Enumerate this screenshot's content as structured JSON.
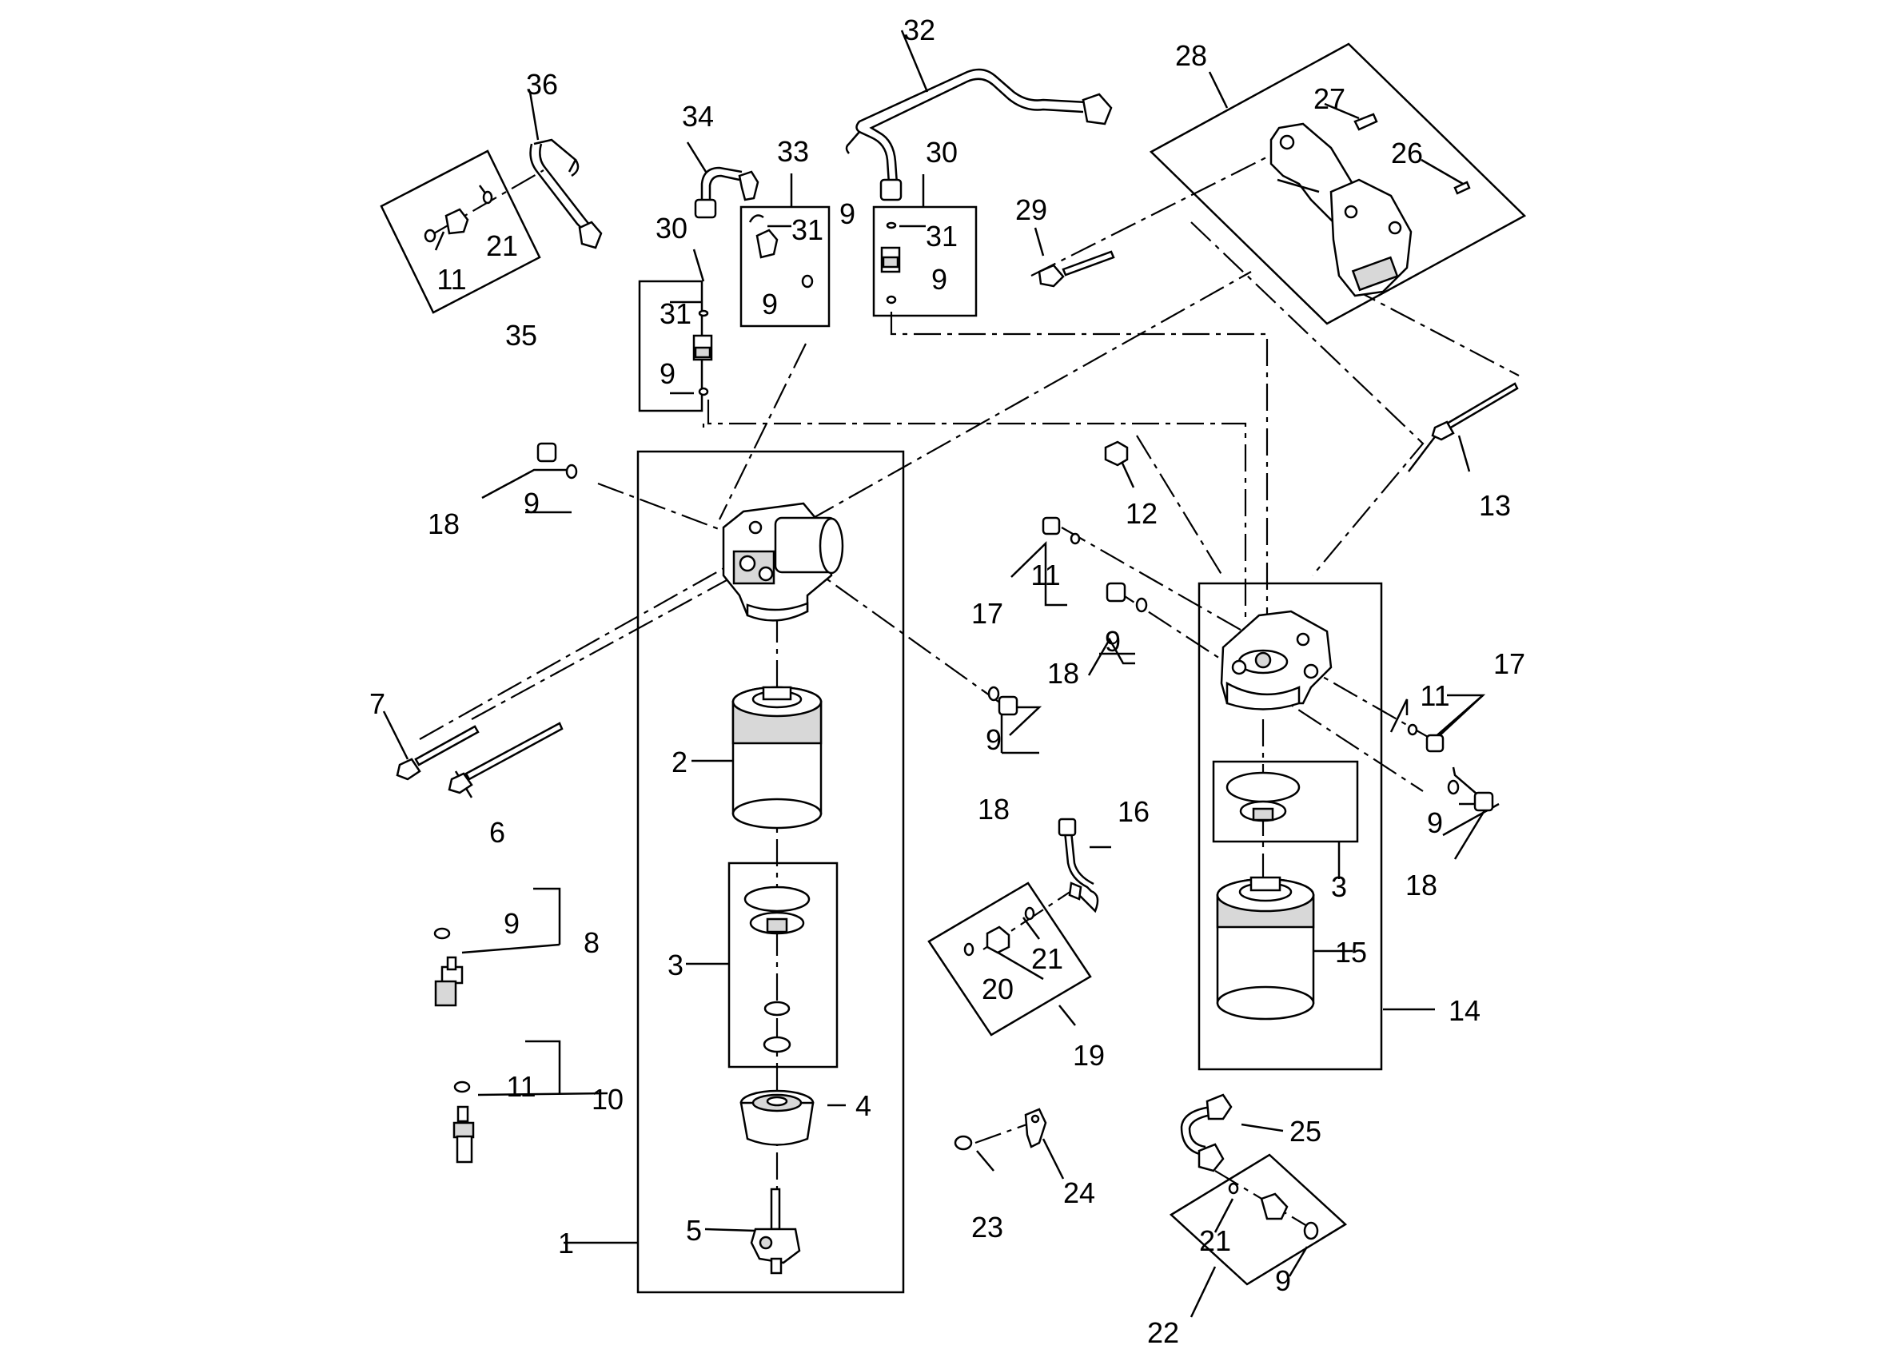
{
  "diagram": {
    "callouts": [
      {
        "id": "c1",
        "text": "1"
      },
      {
        "id": "c2",
        "text": "2"
      },
      {
        "id": "c3a",
        "text": "3"
      },
      {
        "id": "c3b",
        "text": "3"
      },
      {
        "id": "c4",
        "text": "4"
      },
      {
        "id": "c5",
        "text": "5"
      },
      {
        "id": "c6",
        "text": "6"
      },
      {
        "id": "c7",
        "text": "7"
      },
      {
        "id": "c8",
        "text": "8"
      },
      {
        "id": "c9a",
        "text": "9"
      },
      {
        "id": "c9b",
        "text": "9"
      },
      {
        "id": "c9c",
        "text": "9"
      },
      {
        "id": "c9d",
        "text": "9"
      },
      {
        "id": "c9e",
        "text": "9"
      },
      {
        "id": "c9f",
        "text": "9"
      },
      {
        "id": "c9g",
        "text": "9"
      },
      {
        "id": "c9h",
        "text": "9"
      },
      {
        "id": "c9i",
        "text": "9"
      },
      {
        "id": "c9j",
        "text": "9"
      },
      {
        "id": "c10",
        "text": "10"
      },
      {
        "id": "c11a",
        "text": "11"
      },
      {
        "id": "c11b",
        "text": "11"
      },
      {
        "id": "c11c",
        "text": "11"
      },
      {
        "id": "c11d",
        "text": "11"
      },
      {
        "id": "c12",
        "text": "12"
      },
      {
        "id": "c13",
        "text": "13"
      },
      {
        "id": "c14",
        "text": "14"
      },
      {
        "id": "c15",
        "text": "15"
      },
      {
        "id": "c16",
        "text": "16"
      },
      {
        "id": "c17a",
        "text": "17"
      },
      {
        "id": "c17b",
        "text": "17"
      },
      {
        "id": "c18a",
        "text": "18"
      },
      {
        "id": "c18b",
        "text": "18"
      },
      {
        "id": "c18c",
        "text": "18"
      },
      {
        "id": "c18d",
        "text": "18"
      },
      {
        "id": "c19",
        "text": "19"
      },
      {
        "id": "c20",
        "text": "20"
      },
      {
        "id": "c21a",
        "text": "21"
      },
      {
        "id": "c21b",
        "text": "21"
      },
      {
        "id": "c21c",
        "text": "21"
      },
      {
        "id": "c22",
        "text": "22"
      },
      {
        "id": "c23",
        "text": "23"
      },
      {
        "id": "c24",
        "text": "24"
      },
      {
        "id": "c25",
        "text": "25"
      },
      {
        "id": "c26",
        "text": "26"
      },
      {
        "id": "c27",
        "text": "27"
      },
      {
        "id": "c28",
        "text": "28"
      },
      {
        "id": "c29",
        "text": "29"
      },
      {
        "id": "c30a",
        "text": "30"
      },
      {
        "id": "c30b",
        "text": "30"
      },
      {
        "id": "c31a",
        "text": "31"
      },
      {
        "id": "c31b",
        "text": "31"
      },
      {
        "id": "c31c",
        "text": "31"
      },
      {
        "id": "c32",
        "text": "32"
      },
      {
        "id": "c33",
        "text": "33"
      },
      {
        "id": "c34",
        "text": "34"
      },
      {
        "id": "c35",
        "text": "35"
      },
      {
        "id": "c36",
        "text": "36"
      }
    ]
  }
}
